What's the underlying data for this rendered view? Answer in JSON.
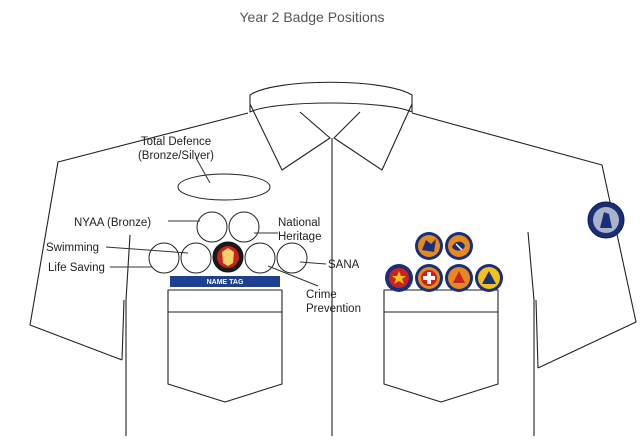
{
  "title": "Year 2 Badge Positions",
  "labels": {
    "total_defence_line1": "Total Defence",
    "total_defence_line2": "(Bronze/Silver)",
    "nyaa": "NYAA (Bronze)",
    "national_line1": "National",
    "national_line2": "Heritage",
    "swimming": "Swimming",
    "life_saving": "Life Saving",
    "sana": "SANA",
    "crime_line1": "Crime",
    "crime_line2": "Prevention",
    "name_tag": "NAME TAG"
  },
  "colors": {
    "outline": "#222222",
    "name_tag": "#1f3f8f",
    "badge_orange": "#e68a1e",
    "badge_navy": "#1a2f7a",
    "badge_red": "#c9231e",
    "badge_yellow": "#f2c21a"
  },
  "icons": {
    "sleeve_badge": "sleeve-emblem-icon",
    "center_badge": "red-crest-icon",
    "pocket_badges": [
      "eagle-badge-icon",
      "knot-badge-icon",
      "red-star-badge-icon",
      "red-cross-badge-icon",
      "fire-badge-icon",
      "civil-defence-badge-icon"
    ]
  }
}
